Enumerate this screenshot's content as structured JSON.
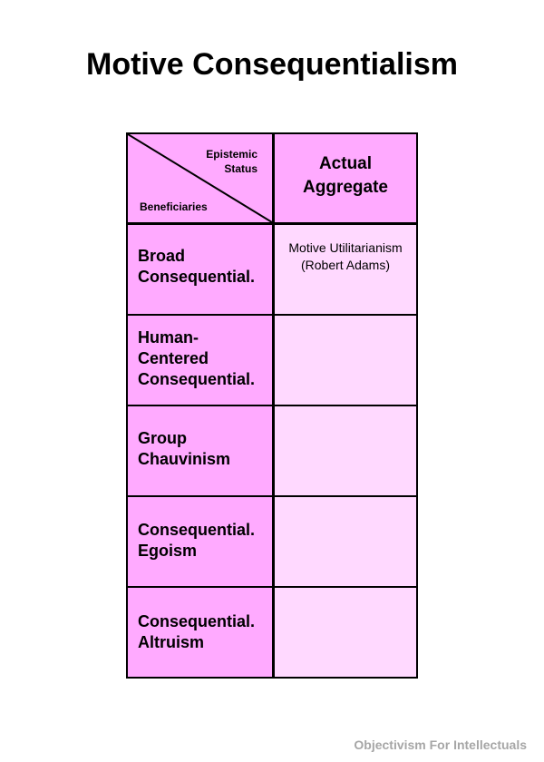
{
  "title": "Motive Consequentialism",
  "table": {
    "corner": {
      "top_right_label_line1": "Epistemic",
      "top_right_label_line2": "Status",
      "bottom_left_label": "Beneficiaries"
    },
    "columns": [
      {
        "line1": "Actual",
        "line2": "Aggregate"
      }
    ],
    "rows": [
      {
        "label_lines": [
          "Broad",
          "Consequential."
        ],
        "cells": [
          {
            "line1": "Motive Utilitarianism",
            "line2": "(Robert Adams)"
          }
        ]
      },
      {
        "label_lines": [
          "Human-",
          "Centered",
          "Consequential."
        ],
        "cells": [
          {
            "line1": "",
            "line2": ""
          }
        ]
      },
      {
        "label_lines": [
          "Group",
          "Chauvinism"
        ],
        "cells": [
          {
            "line1": "",
            "line2": ""
          }
        ]
      },
      {
        "label_lines": [
          "Consequential.",
          "Egoism"
        ],
        "cells": [
          {
            "line1": "",
            "line2": ""
          }
        ]
      },
      {
        "label_lines": [
          "Consequential.",
          "Altruism"
        ],
        "cells": [
          {
            "line1": "",
            "line2": ""
          }
        ]
      }
    ],
    "colors": {
      "header_fill": "#ffaaff",
      "cell_fill": "#ffd9ff",
      "border": "#000000"
    }
  },
  "footer": "Objectivism For Intellectuals"
}
